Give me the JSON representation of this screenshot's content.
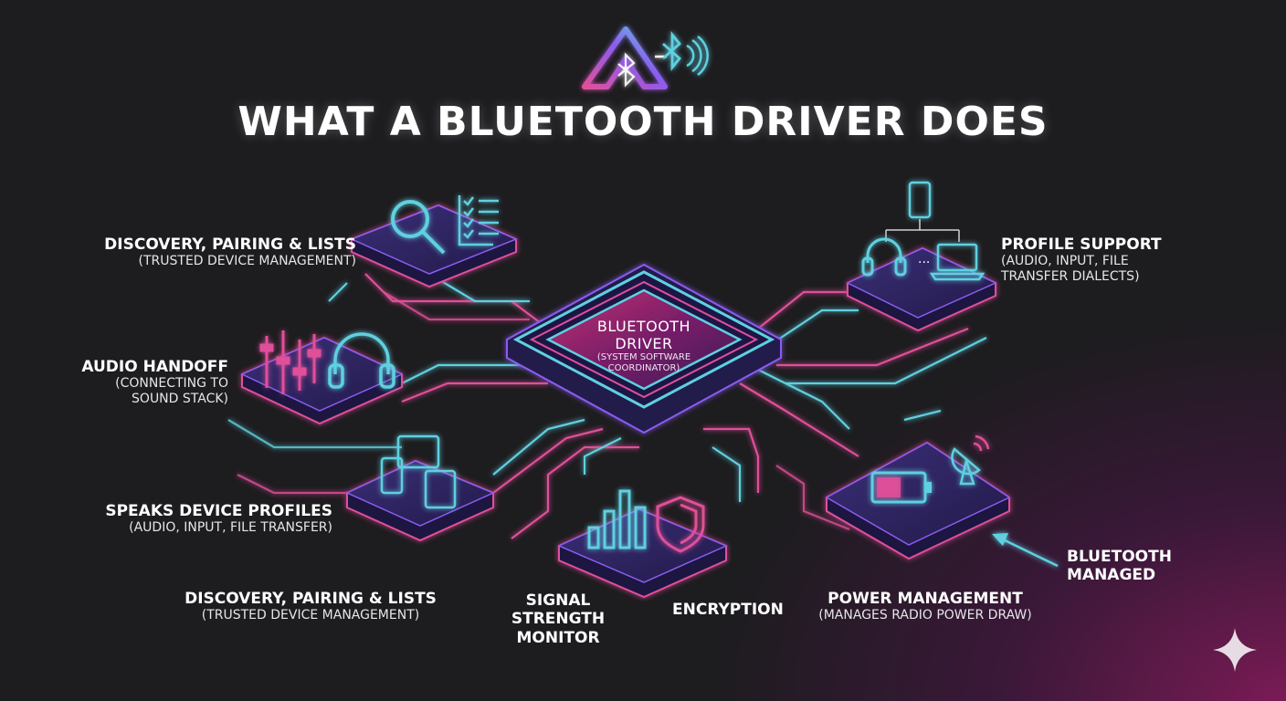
{
  "title": "WHAT A BLUETOOTH DRIVER DOES",
  "core": {
    "title": "BLUETOOTH\nDRIVER",
    "subtitle": "(SYSTEM SOFTWARE\nCOORDINATOR)"
  },
  "labels": {
    "discovery_top": {
      "title": "DISCOVERY, PAIRING & LISTS",
      "subtitle": "(TRUSTED DEVICE MANAGEMENT)"
    },
    "audio_handoff": {
      "title": "AUDIO HANDOFF",
      "subtitle": "(CONNECTING TO\nSOUND STACK)"
    },
    "speaks_profiles": {
      "title": "SPEAKS DEVICE PROFILES",
      "subtitle": "(AUDIO, INPUT, FILE TRANSFER)"
    },
    "discovery_bottom": {
      "title": "DISCOVERY, PAIRING & LISTS",
      "subtitle": "(TRUSTED DEVICE MANAGEMENT)"
    },
    "signal_strength": {
      "title": "SIGNAL\nSTRENGTH\nMONITOR"
    },
    "encryption": {
      "title": "ENCRYPTION"
    },
    "power_management": {
      "title": "POWER MANAGEMENT",
      "subtitle": "(MANAGES RADIO POWER DRAW)"
    },
    "bluetooth_managed": {
      "title": "BLUETOOTH\nMANAGED"
    },
    "profile_support": {
      "title": "PROFILE SUPPORT",
      "subtitle": "(AUDIO, INPUT, FILE\nTRANSFER DIALECTS)"
    }
  },
  "icons": [
    "bluetooth-logo-icon",
    "magnifier-icon",
    "checklist-icon",
    "phone-icon",
    "headphones-icon",
    "laptop-icon",
    "mixer-sliders-icon",
    "tablet-icon",
    "signal-bars-icon",
    "shield-icon",
    "battery-icon",
    "satellite-dish-icon",
    "sparkle-icon"
  ],
  "colors": {
    "background": "#1d1c1f",
    "cyan": "#5fd0e0",
    "magenta": "#e0509a",
    "violet": "#8a5cf0",
    "glow_bg": "#7a1b55"
  }
}
